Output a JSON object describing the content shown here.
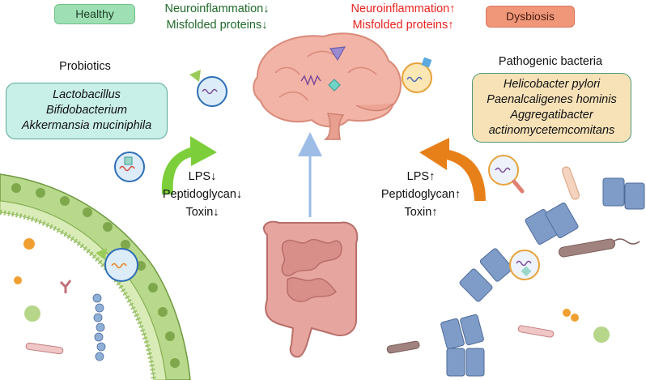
{
  "healthy": {
    "badge": "Healthy",
    "brain_line1": "Neuroinflammation↓",
    "brain_line2": "Misfolded proteins↓",
    "group_label": "Probiotics",
    "bacteria": [
      "Lactobacillus",
      "Bifidobacterium",
      "Akkermansia muciniphila"
    ],
    "gut_line1": "LPS↓",
    "gut_line2": "Peptidoglycan↓",
    "gut_line3": "Toxin↓"
  },
  "dysbiosis": {
    "badge": "Dysbiosis",
    "brain_line1": "Neuroinflammation↑",
    "brain_line2": "Misfolded proteins↑",
    "group_label": "Pathogenic bacteria",
    "bacteria": [
      "Helicobacter pylori",
      "Paenalcaligenes hominis",
      "Aggregatibacter",
      "actinomycetemcomitans"
    ],
    "gut_line1": "LPS↑",
    "gut_line2": "Peptidoglycan↑",
    "gut_line3": "Toxin↑"
  },
  "colors": {
    "healthy_text": "#1f6b2a",
    "dysbiosis_text": "#e8231f",
    "healthy_badge": "#9ee0b4",
    "dysbiosis_badge": "#f0977a",
    "probiotic_box": "#c9efe9",
    "pathogen_box": "#f7e2b8",
    "green_arrow": "#7ccf3a",
    "orange_arrow": "#e8801a",
    "blue_arrow": "#9dbde6"
  }
}
